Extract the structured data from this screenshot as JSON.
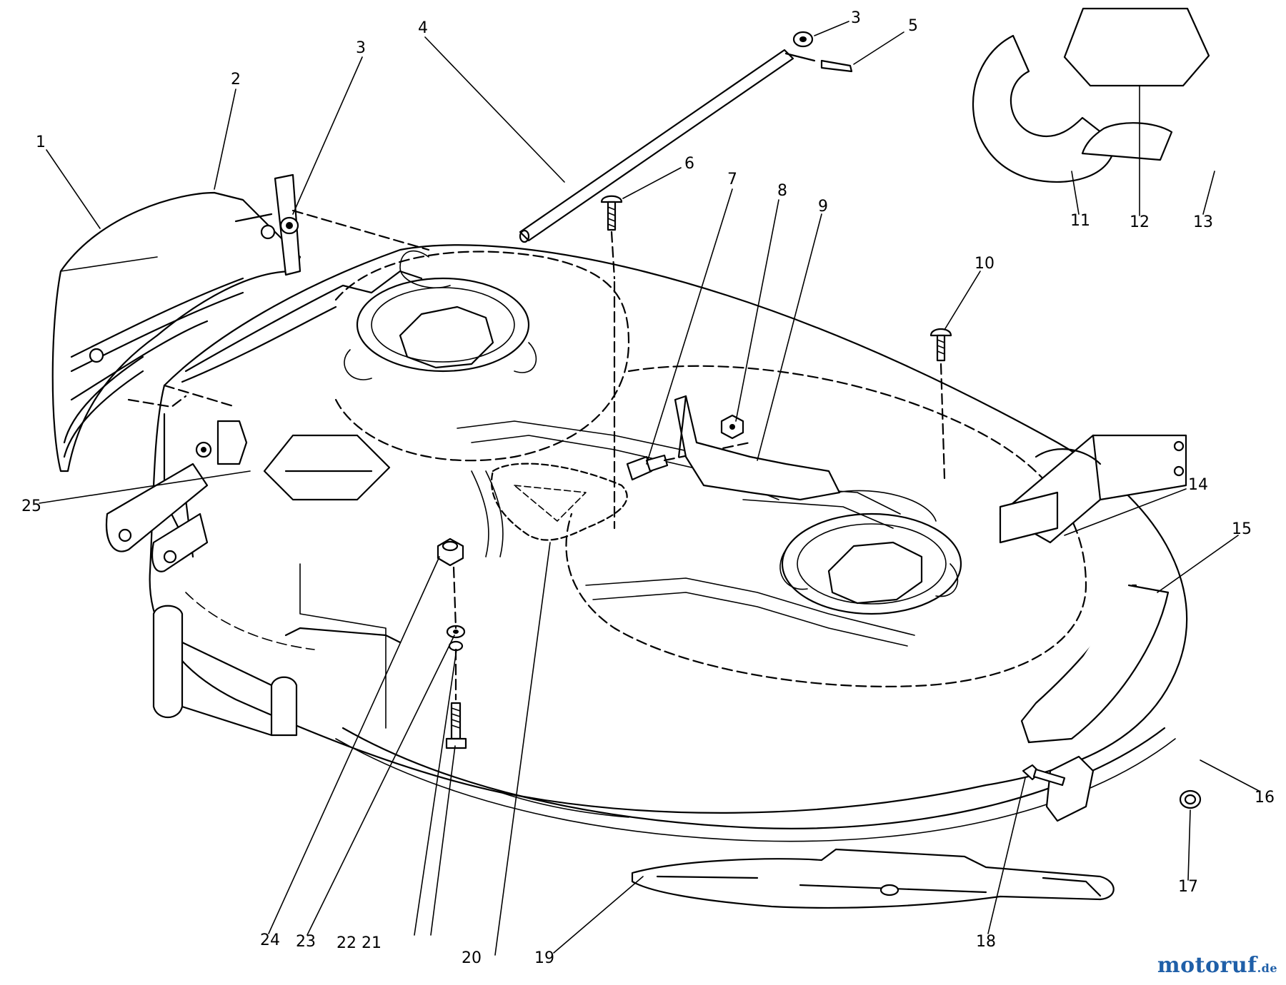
{
  "diagram": {
    "labels": [
      "1",
      "2",
      "3",
      "3",
      "4",
      "5",
      "6",
      "7",
      "8",
      "9",
      "10",
      "11",
      "12",
      "13",
      "14",
      "15",
      "16",
      "17",
      "18",
      "19",
      "20",
      "21",
      "22",
      "23",
      "24",
      "25"
    ]
  },
  "watermark": {
    "brand": "motoruf",
    "suffix": ".de"
  }
}
